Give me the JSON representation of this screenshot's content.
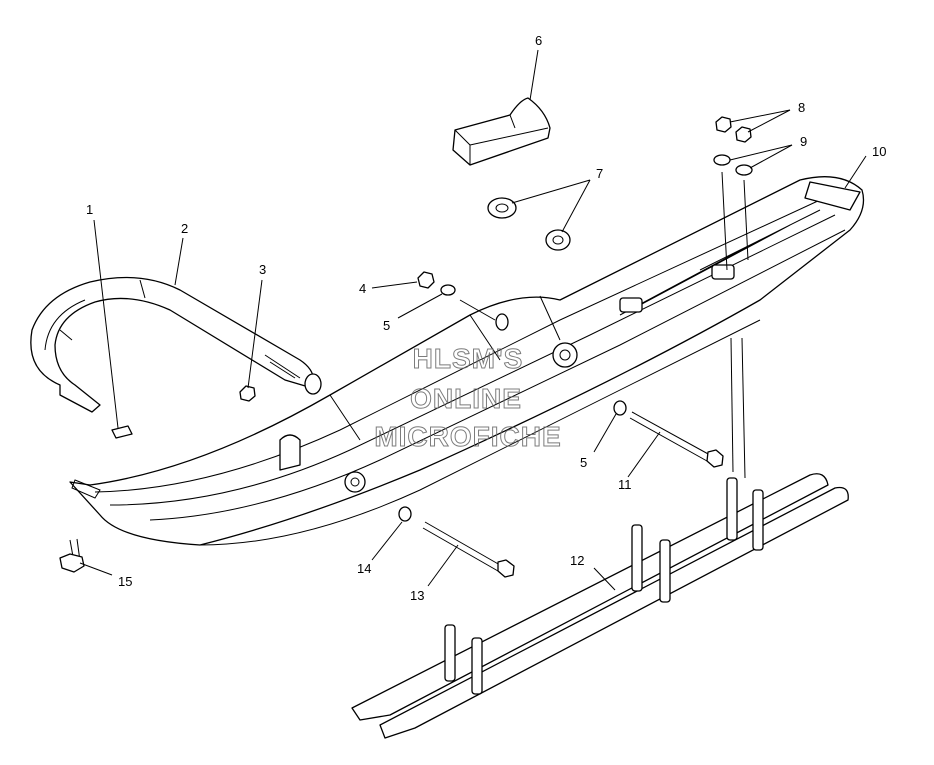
{
  "callouts": {
    "c1": "1",
    "c2": "2",
    "c3": "3",
    "c4": "4",
    "c5a": "5",
    "c5b": "5",
    "c6": "6",
    "c7": "7",
    "c8": "8",
    "c9": "9",
    "c10": "10",
    "c11": "11",
    "c12": "12",
    "c13": "13",
    "c14": "14",
    "c15": "15"
  },
  "watermark": {
    "line1": "HLSM'S",
    "line2": "ONLINE",
    "line3": "MICROFICHE"
  }
}
